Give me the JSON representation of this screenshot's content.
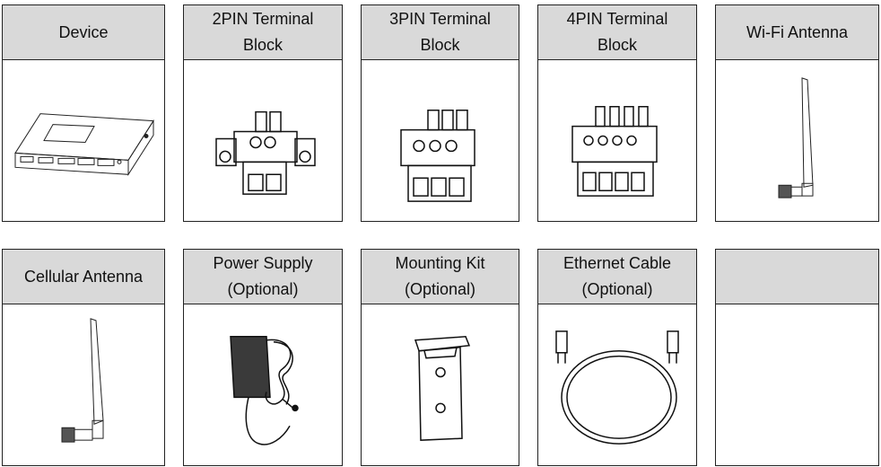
{
  "items": [
    {
      "id": "device",
      "lines": [
        "Device"
      ]
    },
    {
      "id": "2pin",
      "lines": [
        "2PIN Terminal",
        "Block"
      ]
    },
    {
      "id": "3pin",
      "lines": [
        "3PIN Terminal",
        "Block"
      ]
    },
    {
      "id": "4pin",
      "lines": [
        "4PIN Terminal",
        "Block"
      ]
    },
    {
      "id": "wifi",
      "lines": [
        "Wi-Fi Antenna"
      ]
    },
    {
      "id": "cellular",
      "lines": [
        "Cellular Antenna"
      ]
    },
    {
      "id": "power",
      "lines": [
        "Power Supply",
        "(Optional)"
      ]
    },
    {
      "id": "mount",
      "lines": [
        "Mounting Kit",
        "(Optional)"
      ]
    },
    {
      "id": "ethernet",
      "lines": [
        "Ethernet Cable",
        "(Optional)"
      ]
    },
    {
      "id": "empty",
      "lines": []
    }
  ]
}
